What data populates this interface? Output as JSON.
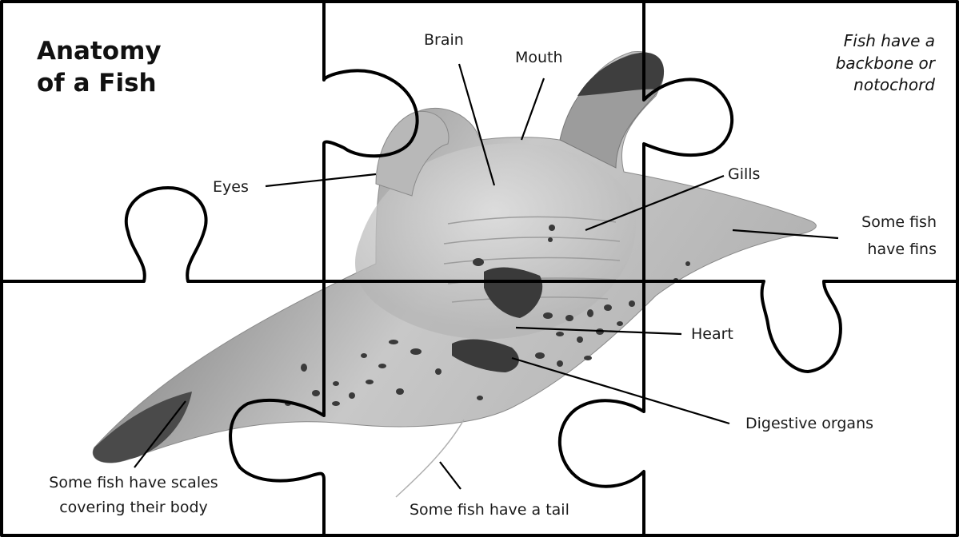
{
  "title": {
    "line1": "Anatomy",
    "line2": "of a Fish"
  },
  "note": {
    "line1": "Fish have a",
    "line2": "backbone or",
    "line3": "notochord"
  },
  "labels": {
    "brain": "Brain",
    "mouth": "Mouth",
    "eyes": "Eyes",
    "gills": "Gills",
    "fins": {
      "line1": "Some fish",
      "line2": "have fins"
    },
    "heart": "Heart",
    "digestive": "Digestive organs",
    "scales": {
      "line1": "Some fish have scales",
      "line2": "covering their body"
    },
    "tail": "Some fish have a tail"
  },
  "colors": {
    "outline": "#000000",
    "label_text": "#1a1a1a",
    "ray_light": "#cfcfcf",
    "ray_dark": "#6e6e6e",
    "spots": "#3a3a3a"
  },
  "icons": {
    "subject": "manta-ray-illustration",
    "puzzle": "jigsaw-puzzle-pieces"
  }
}
